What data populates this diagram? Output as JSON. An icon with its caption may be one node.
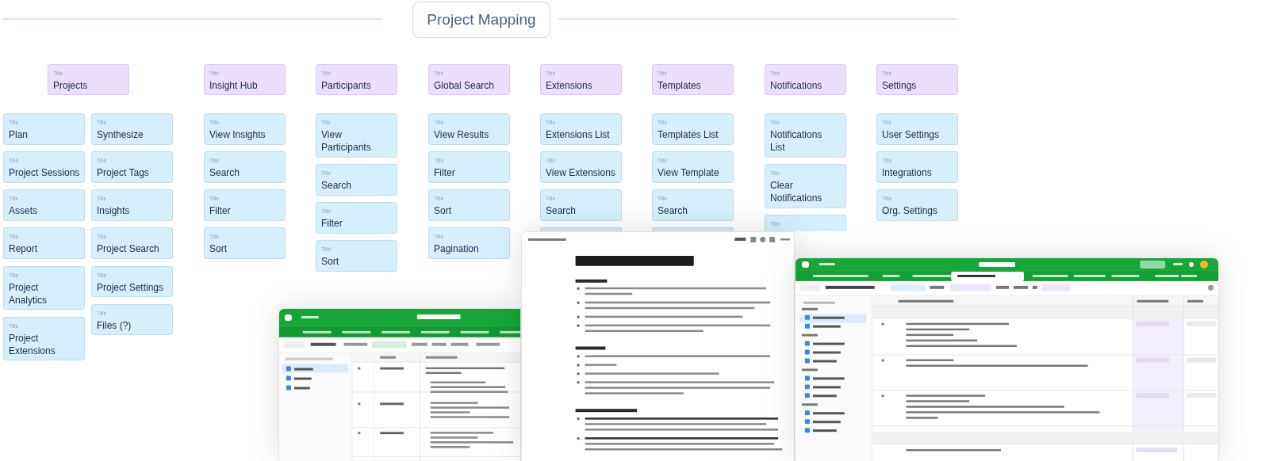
{
  "diagram": {
    "title": "Project Mapping",
    "nodes": [
      {
        "text": [
          "Title",
          "Projects"
        ]
      },
      {
        "text": [
          "Title",
          "Plan"
        ]
      },
      {
        "text": [
          "Title",
          "Project Sessions"
        ]
      },
      {
        "text": [
          "Title",
          "Assets"
        ]
      },
      {
        "text": [
          "Title",
          "Report"
        ]
      },
      {
        "text": [
          "Title",
          "Project Analytics"
        ]
      },
      {
        "text": [
          "Title",
          "Project Extensions"
        ]
      },
      {
        "text": [
          "Title",
          "Synthesize"
        ]
      },
      {
        "text": [
          "Title",
          "Project Tags"
        ]
      },
      {
        "text": [
          "Title",
          "Insights"
        ]
      },
      {
        "text": [
          "Title",
          "Project Search"
        ]
      },
      {
        "text": [
          "Title",
          "Project Settings"
        ]
      },
      {
        "text": [
          "Title",
          "Files (?)"
        ]
      },
      {
        "text": [
          "Title",
          "Insight Hub"
        ]
      },
      {
        "text": [
          "Title",
          "View Insights"
        ]
      },
      {
        "text": [
          "Title",
          "Search"
        ]
      },
      {
        "text": [
          "Title",
          "Filter"
        ]
      },
      {
        "text": [
          "Title",
          "Sort"
        ]
      },
      {
        "text": [
          "Title",
          "Participants"
        ]
      },
      {
        "text": [
          "Title",
          "View Participants"
        ]
      },
      {
        "text": [
          "Title",
          "Search"
        ]
      },
      {
        "text": [
          "Title",
          "Filter"
        ]
      },
      {
        "text": [
          "Title",
          "Sort"
        ]
      },
      {
        "text": [
          "Title",
          "Global Search"
        ]
      },
      {
        "text": [
          "Title",
          "View Results"
        ]
      },
      {
        "text": [
          "Title",
          "Filter"
        ]
      },
      {
        "text": [
          "Title",
          "Sort"
        ]
      },
      {
        "text": [
          "Title",
          "Pagination"
        ]
      },
      {
        "text": [
          "Title",
          "Extensions"
        ]
      },
      {
        "text": [
          "Title",
          "Extensions List"
        ]
      },
      {
        "text": [
          "Title",
          "View Extensions"
        ]
      },
      {
        "text": [
          "Title",
          "Search"
        ]
      },
      {
        "text": [],
        "shape": "box"
      },
      {
        "text": [
          "Title",
          "Templates"
        ]
      },
      {
        "text": [
          "Title",
          "Templates List"
        ]
      },
      {
        "text": [
          "Title",
          "View Template"
        ]
      },
      {
        "text": [
          "Title",
          "Search"
        ]
      },
      {
        "text": [],
        "shape": "box"
      },
      {
        "text": [
          "Title",
          "Notifications"
        ]
      },
      {
        "text": [
          "Title",
          "Notifications List"
        ]
      },
      {
        "text": [
          "Title",
          "Clear Notifications"
        ]
      },
      {
        "text": [
          "Title"
        ]
      },
      {
        "text": [
          "Title",
          "Settings"
        ]
      },
      {
        "text": [
          "Title",
          "User Settings"
        ]
      },
      {
        "text": [
          "Title",
          "Integrations"
        ]
      },
      {
        "text": [
          "Title",
          "Org. Settings"
        ]
      },
      {
        "text": [],
        "shape": "picture"
      },
      {
        "text": [],
        "shape": "picture"
      },
      {
        "text": [],
        "shape": "picture"
      }
    ],
    "edges": []
  }
}
